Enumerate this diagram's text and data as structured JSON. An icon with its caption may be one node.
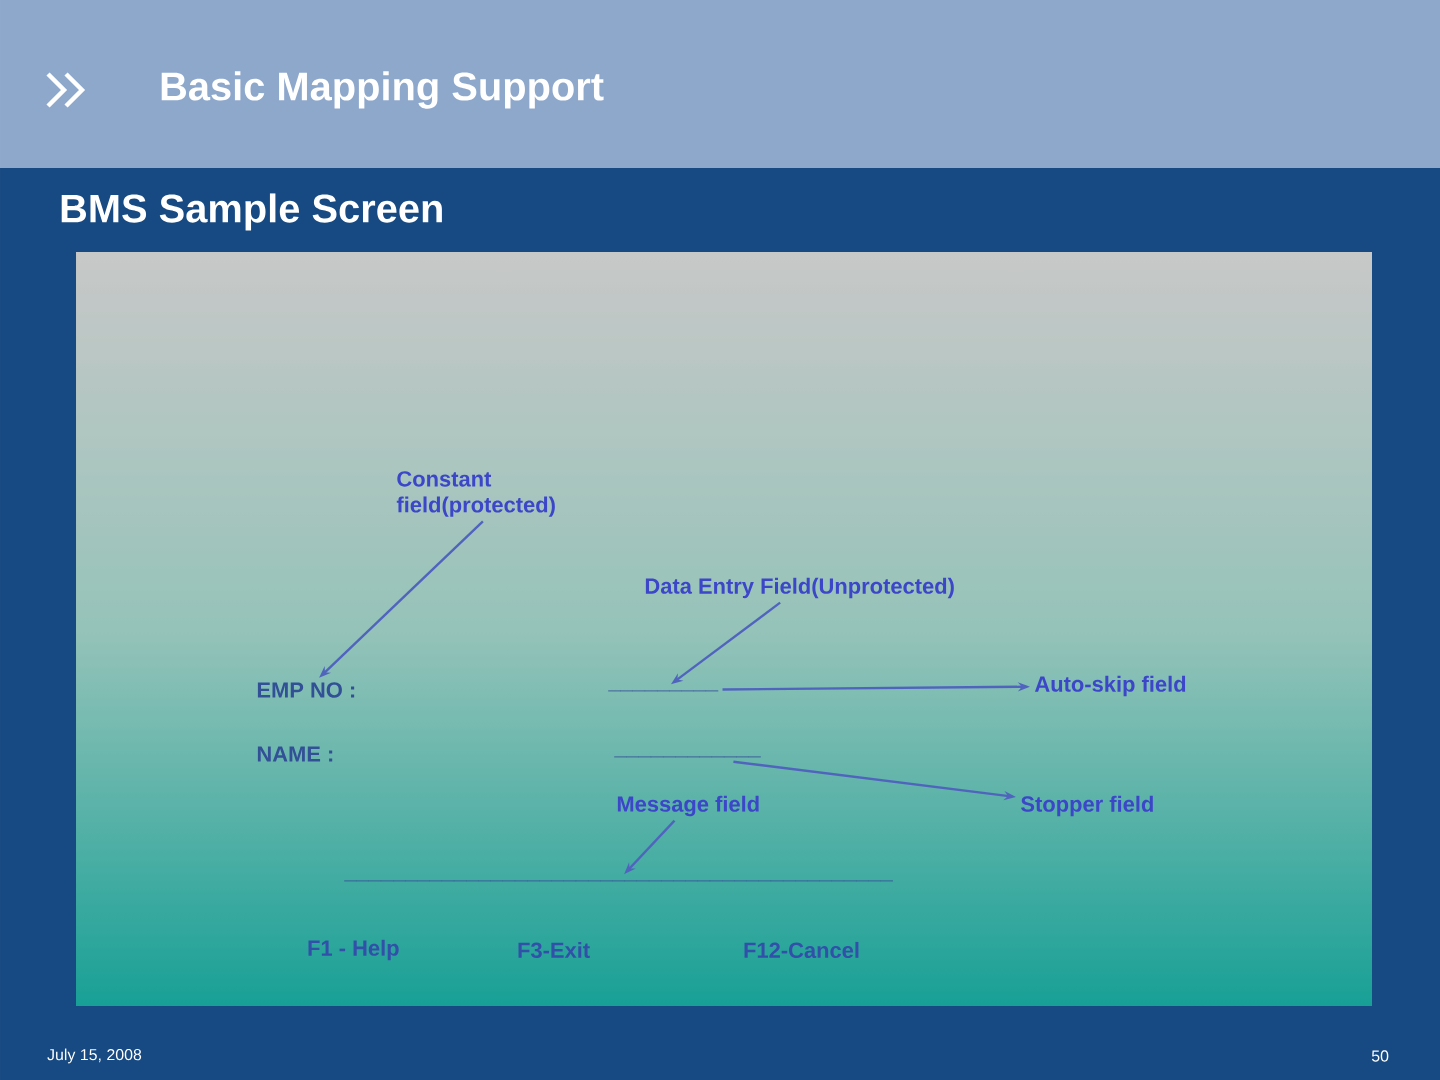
{
  "diagram": {
    "title": "Basic Mapping Support",
    "caption": "BMS Sample Screen",
    "nodes": [
      {
        "text": [
          "Constant field(protected)"
        ]
      },
      {
        "text": [
          "EMP NO :"
        ]
      },
      {
        "text": [
          "Data Entry Field(Unprotected)"
        ]
      },
      {
        "text": [
          "_________"
        ]
      },
      {
        "text": [
          "Auto-skip field"
        ]
      },
      {
        "text": [
          "NAME :"
        ]
      },
      {
        "text": [
          "____________"
        ]
      },
      {
        "text": [
          "Stopper field"
        ]
      },
      {
        "text": [
          "Message field"
        ]
      },
      {
        "text": [
          "_____________________________________________"
        ]
      }
    ],
    "edges": [
      {
        "from": 0,
        "to": 1,
        "arrow": "to"
      },
      {
        "from": 2,
        "to": 3,
        "arrow": "to"
      },
      {
        "from": 3,
        "to": 4,
        "arrow": "to"
      },
      {
        "from": 6,
        "to": 7,
        "arrow": "to"
      },
      {
        "from": 8,
        "to": 9,
        "arrow": "to"
      }
    ],
    "labels": [
      "F1 - Help",
      "F3-Exit",
      "F12-Cancel",
      "July 15, 2008",
      "50"
    ]
  }
}
